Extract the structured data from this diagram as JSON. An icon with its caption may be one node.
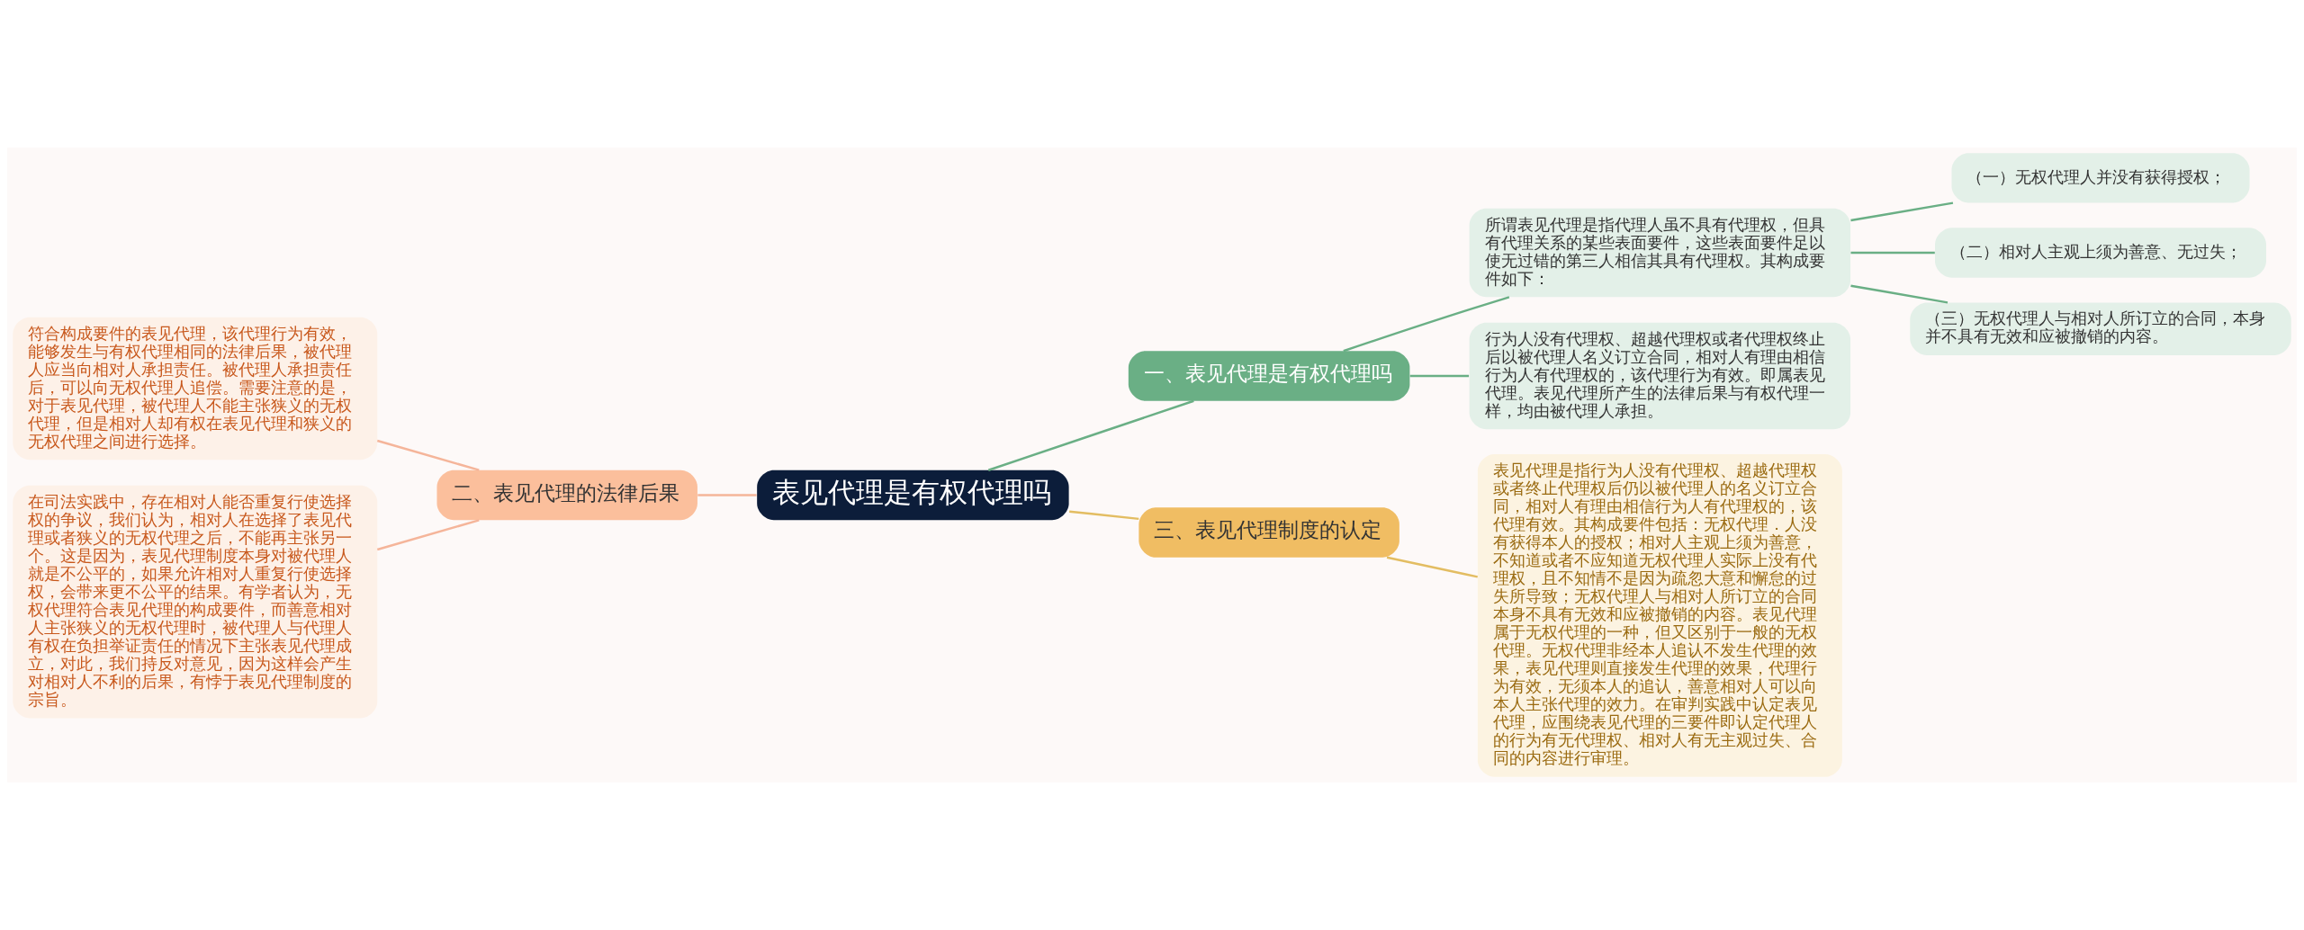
{
  "diagram": {
    "nodes": [
      {
        "text": [
          "表见代理是有权代理吗"
        ]
      },
      {
        "text": [
          "一、表见代理是有权代理吗"
        ]
      },
      {
        "text": [
          "所谓表见代理是指代理人虽不具有代理权，但具有代理关系的某些表面要件，这些表面要件足以使无过错的第三人相信其具有代理权。其构成要件如下："
        ]
      },
      {
        "text": [
          "（一）无权代理人并没有获得授权；"
        ]
      },
      {
        "text": [
          "（二）相对人主观上须为善意、无过失；"
        ]
      },
      {
        "text": [
          "（三）无权代理人与相对人所订立的合同，本身并不具有无效和应被撤销的内容。"
        ]
      },
      {
        "text": [
          "行为人没有代理权、超越代理权或者代理权终止后以被代理人名义订立合同，相对人有理由相信行为人有代理权的，该代理行为有效。即属表见代理。表见代理所产生的法律后果与有权代理一样，均由被代理人承担。"
        ]
      },
      {
        "text": [
          "二、表见代理的法律后果"
        ]
      },
      {
        "text": [
          "符合构成要件的表见代理，该代理行为有效，能够发生与有权代理相同的法律后果，被代理人应当向相对人承担责任。被代理人承担责任后，可以向无权代理人追偿。需要注意的是，对于表见代理，被代理人不能主张狭义的无权代理，但是相对人却有权在表见代理和狭义的无权代理之间进行选择。"
        ]
      },
      {
        "text": [
          "在司法实践中，存在相对人能否重复行使选择权的争议，我们认为，相对人在选择了表见代理或者狭义的无权代理之后，不能再主张另一个。这是因为，表见代理制度本身对被代理人就是不公平的，如果允许相对人重复行使选择权，会带来更不公平的结果。有学者认为，无权代理符合表见代理的构成要件，而善意相对人主张狭义的无权代理时，被代理人与代理人有权在负担举证责任的情况下主张表见代理成立，对此，我们持反对意见，因为这样会产生对相对人不利的后果，有悖于表见代理制度的宗旨。"
        ]
      },
      {
        "text": [
          "三、表见代理制度的认定"
        ]
      },
      {
        "text": [
          "表见代理是指行为人没有代理权、超越代理权或者终止代理权后仍以被代理人的名义订立合同，相对人有理由相信行为人有代理权的，该代理有效。其构成要件包括：无权代理．人没有获得本人的授权；相对人主观上须为善意，不知道或者不应知道无权代理人实际上没有代理权，且不知情不是因为疏忽大意和懈怠的过失所导致；无权代理人与相对人所订立的合同本身不具有无效和应被撤销的内容。表见代理属于无权代理的一种，但又区别于一般的无权代理。无权代理非经本人追认不发生代理的效果，表见代理则直接发生代理的效果，代理行为有效，无须本人的追认，善意相对人可以向本人主张代理的效力。在审判实践中认定表见代理，应围绕表见代理的三要件即认定代理人的行为有无代理权、相对人有无主观过失、合同的内容进行审理。"
        ]
      }
    ],
    "edges": [
      {
        "from": 0,
        "to": 1,
        "arrow": "none"
      },
      {
        "from": 1,
        "to": 2,
        "arrow": "none"
      },
      {
        "from": 2,
        "to": 3,
        "arrow": "none"
      },
      {
        "from": 2,
        "to": 4,
        "arrow": "none"
      },
      {
        "from": 2,
        "to": 5,
        "arrow": "none"
      },
      {
        "from": 1,
        "to": 6,
        "arrow": "none"
      },
      {
        "from": 0,
        "to": 7,
        "arrow": "none",
        "color": "#f5b59a"
      },
      {
        "from": 7,
        "to": 8,
        "arrow": "none",
        "color": "#f5b59a"
      },
      {
        "from": 7,
        "to": 9,
        "arrow": "none",
        "color": "#f5b59a"
      },
      {
        "from": 0,
        "to": 10,
        "arrow": "none",
        "color": "#e3bd62"
      },
      {
        "from": 10,
        "to": 11,
        "arrow": "none",
        "color": "#e3bd62"
      }
    ]
  }
}
